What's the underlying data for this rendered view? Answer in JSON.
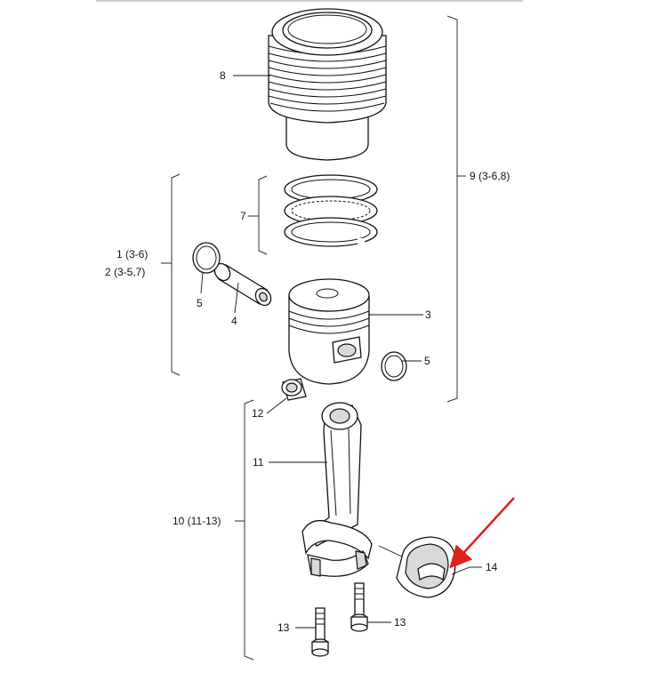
{
  "diagram": {
    "labels": {
      "l8": "8",
      "l9": "9 (3-6,8)",
      "l7": "7",
      "l1": "1 (3-6)",
      "l2": "2 (3-5,7)",
      "l5a": "5",
      "l4": "4",
      "l3": "3",
      "l5b": "5",
      "l12": "12",
      "l11": "11",
      "l10": "10 (11-13)",
      "l14": "14",
      "l13a": "13",
      "l13b": "13"
    },
    "colors": {
      "line": "#111111",
      "highlight_arrow": "#e0201b",
      "shade": "#d9d9d9"
    },
    "parts": [
      "cylinder-liner",
      "piston-rings",
      "piston",
      "piston-pin",
      "circlip",
      "connecting-rod",
      "small-end-bushing",
      "bearing-shell",
      "rod-bolt"
    ]
  }
}
